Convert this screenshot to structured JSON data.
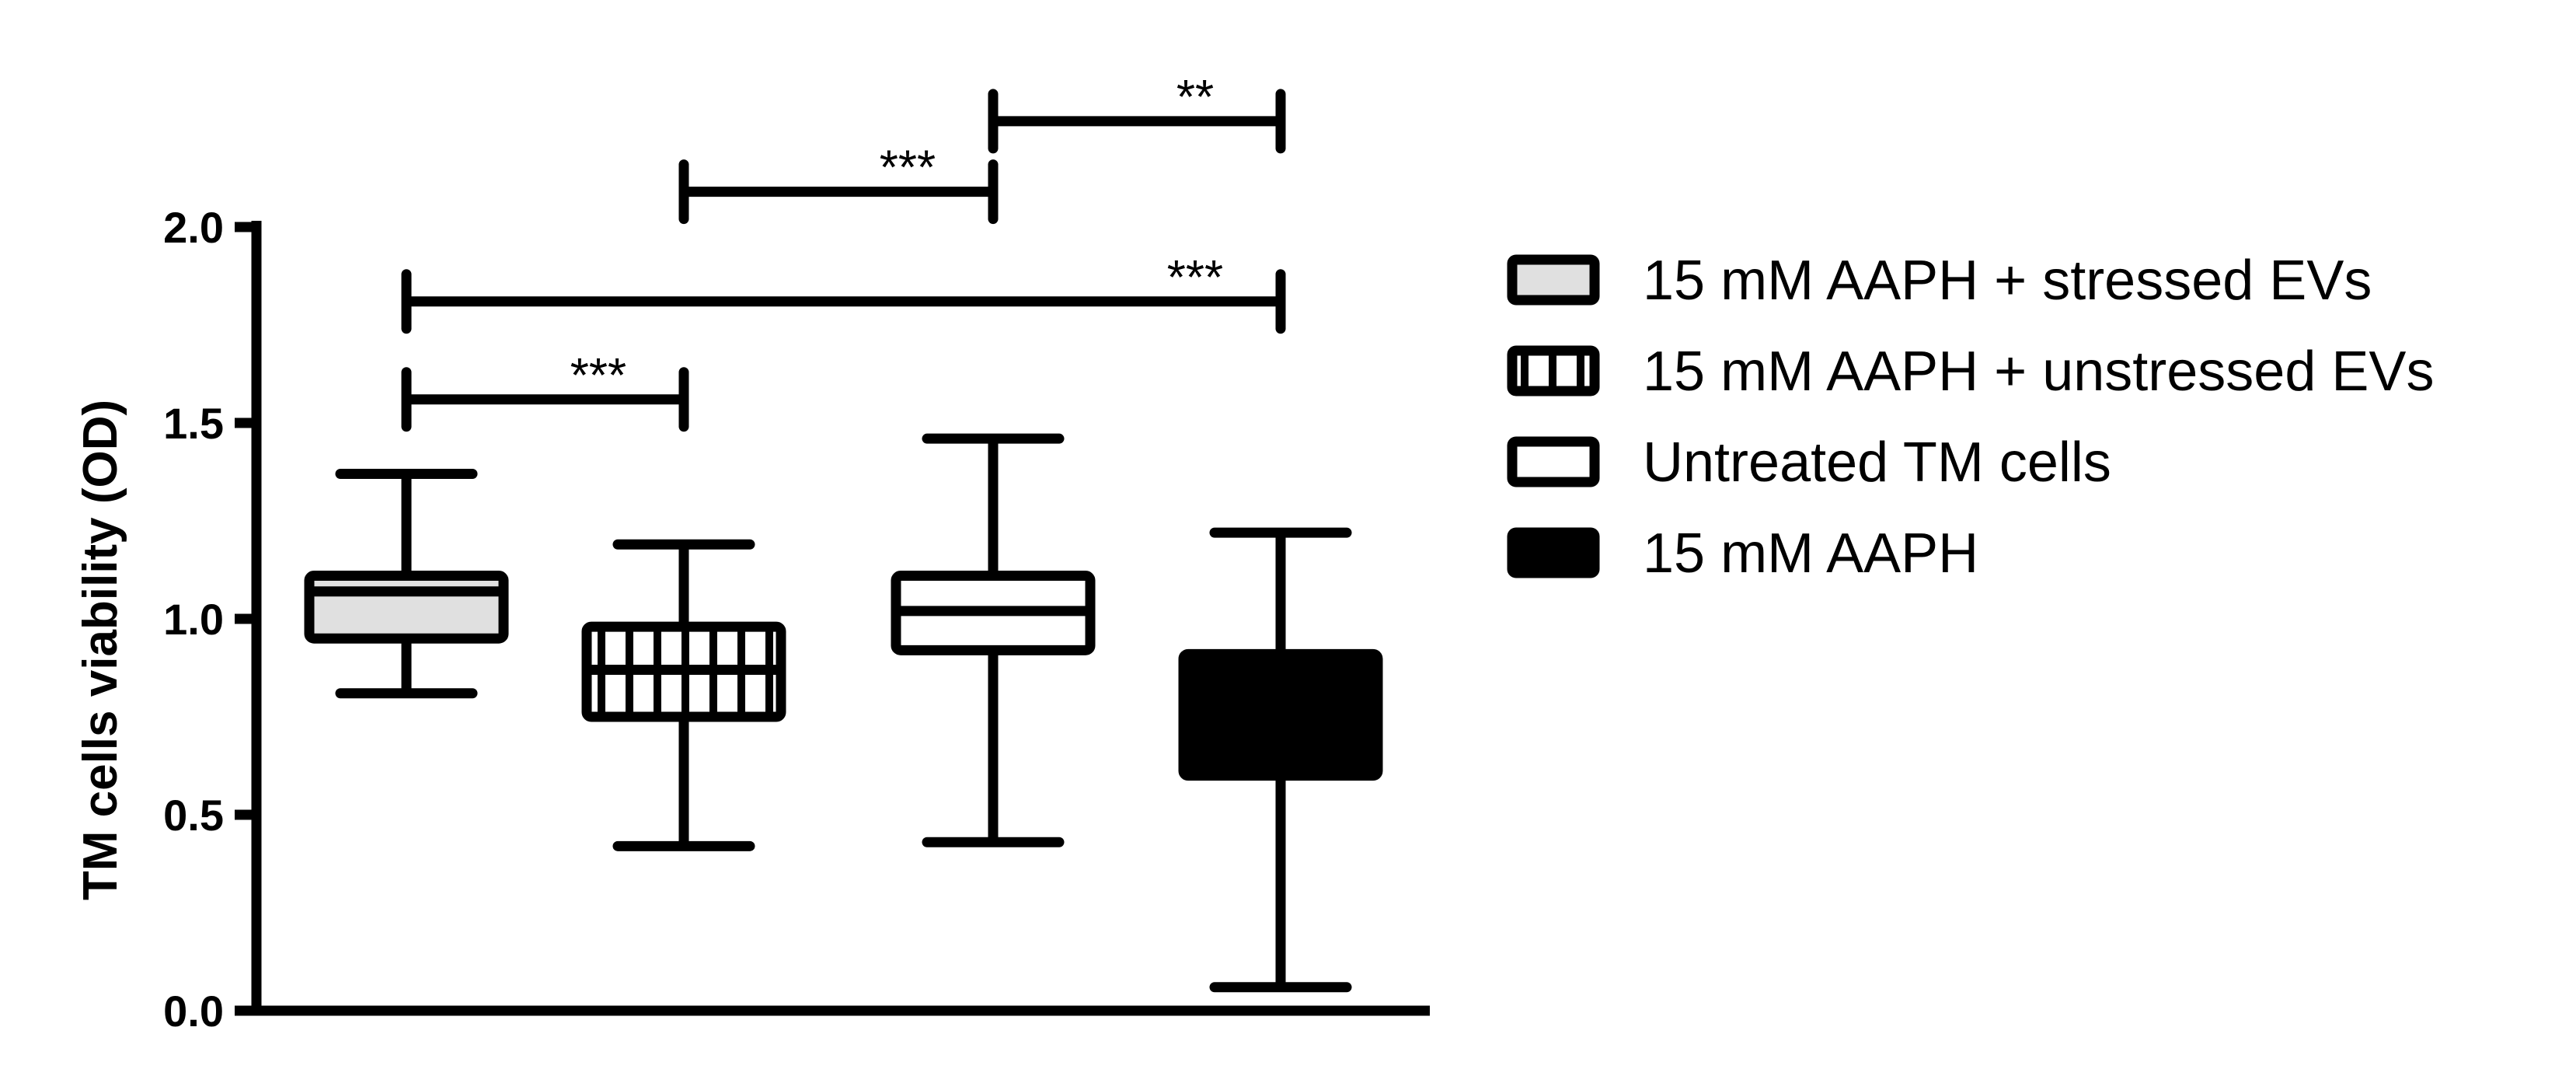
{
  "chart_data": {
    "type": "box",
    "title": "",
    "xlabel": "",
    "ylabel": "TM cells viability (OD)",
    "ylim": [
      0,
      2
    ],
    "yticks": [
      0.0,
      0.5,
      1.0,
      1.5,
      2.0
    ],
    "ytick_labels": [
      "0.0",
      "0.5",
      "1.0",
      "1.5",
      "2.0"
    ],
    "grid": false,
    "legend_position": "right",
    "series": [
      {
        "name": "15 mM AAPH + stressed EVs",
        "fill": "#e0e0e0",
        "pattern": "solid",
        "min": 0.81,
        "q1": 0.95,
        "median": 1.07,
        "q3": 1.11,
        "max": 1.37
      },
      {
        "name": "15 mM AAPH + unstressed EVs",
        "fill": "#ffffff",
        "pattern": "vertical-stripes",
        "min": 0.42,
        "q1": 0.75,
        "median": 0.87,
        "q3": 0.98,
        "max": 1.19
      },
      {
        "name": "Untreated TM cells",
        "fill": "#ffffff",
        "pattern": "solid",
        "min": 0.43,
        "q1": 0.92,
        "median": 1.02,
        "q3": 1.11,
        "max": 1.46
      },
      {
        "name": "15 mM AAPH",
        "fill": "#000000",
        "pattern": "solid",
        "min": 0.06,
        "q1": 0.6,
        "median": 0.6,
        "q3": 0.91,
        "max": 1.22
      }
    ],
    "significance": [
      {
        "from": 0,
        "to": 1,
        "y": 1.56,
        "label": "***"
      },
      {
        "from": 0,
        "to": 3,
        "y": 1.81,
        "label": "***"
      },
      {
        "from": 1,
        "to": 2,
        "y": 2.09,
        "label": "***"
      },
      {
        "from": 2,
        "to": 3,
        "y": 2.27,
        "label": "**"
      }
    ]
  }
}
